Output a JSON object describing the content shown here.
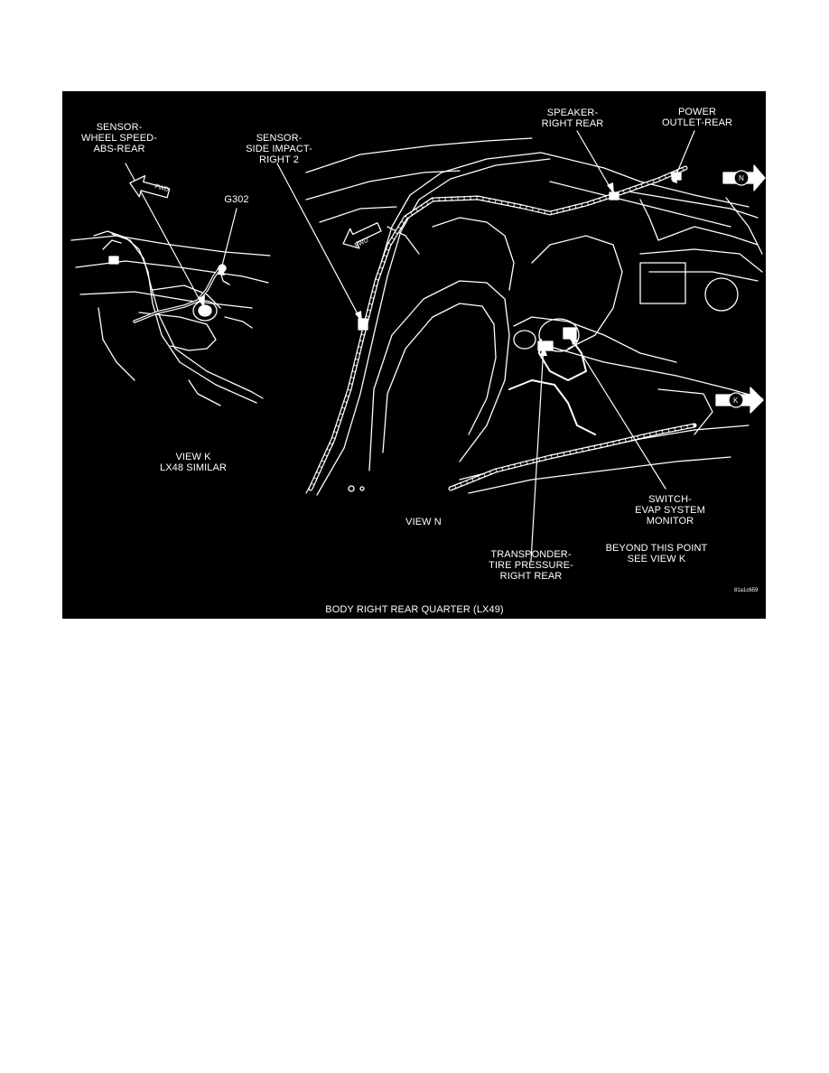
{
  "figure": {
    "caption": "BODY RIGHT REAR QUARTER (LX49)",
    "figure_code": "81a1c659",
    "labels": {
      "sensor_wheel_speed": "SENSOR-\nWHEEL SPEED-\nABS-REAR",
      "g302": "G302",
      "sensor_side_impact": "SENSOR-\nSIDE IMPACT-\nRIGHT 2",
      "speaker": "SPEAKER-\nRIGHT REAR",
      "power_outlet": "POWER\nOUTLET-REAR",
      "view_k": "VIEW K\nLX48 SIMILAR",
      "view_n": "VIEW N",
      "transponder": "TRANSPONDER-\nTIRE PRESSURE-\nRIGHT REAR",
      "beyond": "BEYOND THIS POINT\nSEE VIEW K",
      "switch_evap": "SWITCH-\nEVAP SYSTEM\nMONITOR"
    },
    "fwd_arrow_text": "FWD",
    "view_marker_k": "K",
    "view_marker_n": "N"
  }
}
